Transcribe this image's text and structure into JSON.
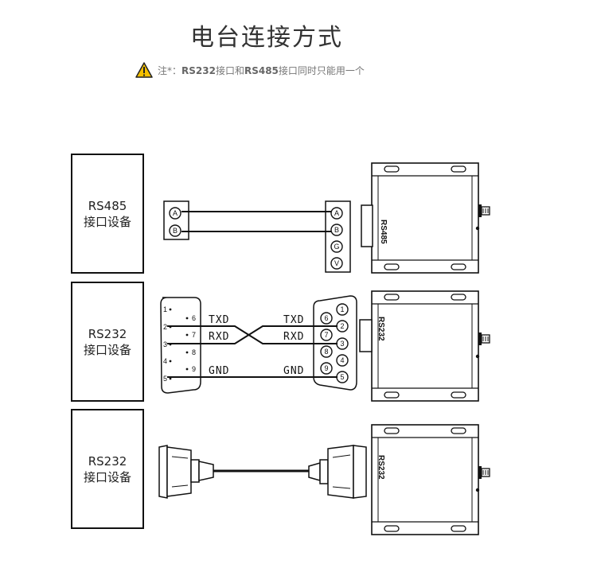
{
  "title": "电台连接方式",
  "note": {
    "prefix": "注*：",
    "if1": "RS232",
    "mid1": "接口和",
    "if2": "RS485",
    "suffix": "接口同时只能用一个",
    "icon": "warning-triangle-icon"
  },
  "devices": [
    {
      "line1": "RS485",
      "line2": "接口设备"
    },
    {
      "line1": "RS232",
      "line2": "接口设备"
    },
    {
      "line1": "RS232",
      "line2": "接口设备"
    }
  ],
  "rs485_terminals": {
    "left": [
      "A",
      "B"
    ],
    "right": [
      "A",
      "B",
      "G",
      "V"
    ]
  },
  "db9_left": {
    "pins_top": [
      "1",
      "2",
      "3",
      "4",
      "5"
    ],
    "pins_bottom": [
      "6",
      "7",
      "8",
      "9"
    ]
  },
  "db9_right": {
    "pins": [
      "1",
      "2",
      "3",
      "4",
      "5",
      "6",
      "7",
      "8",
      "9"
    ]
  },
  "signals": {
    "tx": "TXD",
    "rx": "RXD",
    "gnd": "GND"
  },
  "radio_labels": [
    "RS485",
    "RS232",
    "RS232"
  ]
}
